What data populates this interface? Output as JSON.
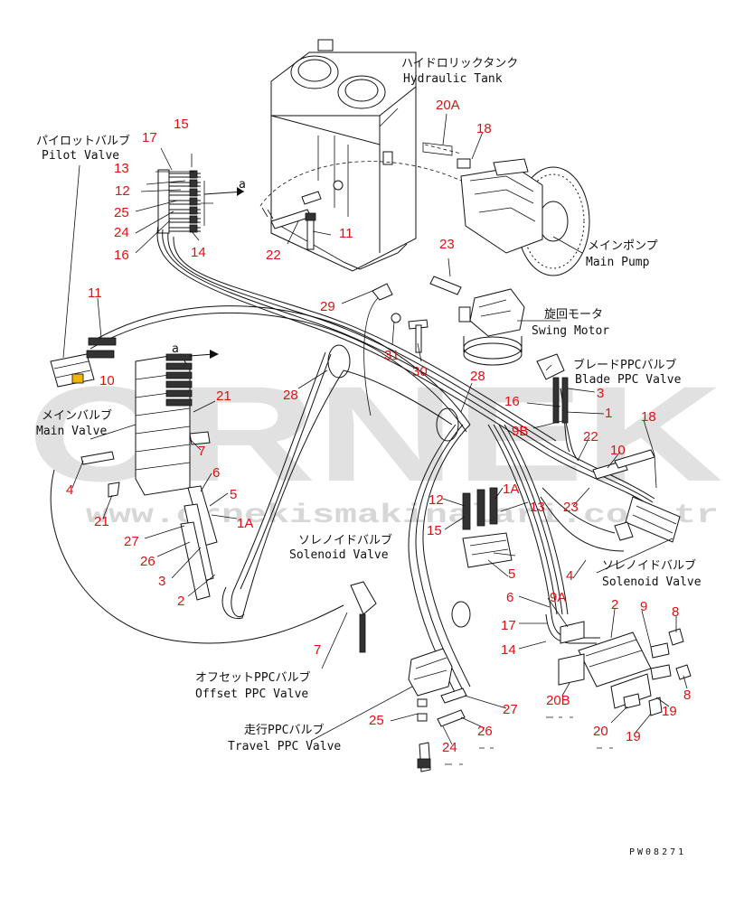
{
  "watermark": {
    "brand": "ORNEK",
    "site": "www.ornekismakinalari.com.tr"
  },
  "drawing_code": "PW08271",
  "components": {
    "hydraulic_tank": {
      "jp": "ハイドロリックタンク",
      "en": "Hydraulic Tank"
    },
    "main_pump": {
      "jp": "メインポンプ",
      "en": "Main Pump"
    },
    "swing_motor": {
      "jp": "旋回モータ",
      "en": "Swing Motor"
    },
    "pilot_valve": {
      "jp": "パイロットバルブ",
      "en": "Pilot Valve"
    },
    "main_valve": {
      "jp": "メインバルブ",
      "en": "Main Valve"
    },
    "blade_ppc_valve": {
      "jp": "ブレードPPCバルブ",
      "en": "Blade PPC Valve"
    },
    "solenoid_valve_center": {
      "jp": "ソレノイドバルブ",
      "en": "Solenoid Valve"
    },
    "solenoid_valve_right": {
      "jp": "ソレノイドバルブ",
      "en": "Solenoid Valve"
    },
    "offset_ppc_valve": {
      "jp": "オフセットPPCバルブ",
      "en": "Offset PPC Valve"
    },
    "travel_ppc_valve": {
      "jp": "走行PPCバルブ",
      "en": "Travel PPC Valve"
    }
  },
  "view_markers": {
    "a": "a"
  },
  "part_numbers": {
    "p15_top": "15",
    "p17_top": "17",
    "p13": "13",
    "p12_top": "12",
    "p25_top": "25",
    "p24_top": "24",
    "p16_top": "16",
    "p14_top": "14",
    "p22_tank": "22",
    "p11_tank": "11",
    "p20a": "20A",
    "p18_pump": "18",
    "p23_swing": "23",
    "p29": "29",
    "p31": "31",
    "p30": "30",
    "p11_pilot": "11",
    "p10_pilot": "10",
    "p28_left": "28",
    "p28_right": "28",
    "p21_upper": "21",
    "p7_mv": "7",
    "p4_left": "4",
    "p21_lower": "21",
    "p6_mv": "6",
    "p5_mv": "5",
    "p1a_mv": "1A",
    "p27_mv": "27",
    "p26_mv": "26",
    "p3_mv": "3",
    "p2_mv": "2",
    "p3_blade": "3",
    "p16_blade": "16",
    "p1_blade": "1",
    "p9b": "9B",
    "p22_right": "22",
    "p18_right": "18",
    "p10_right": "10",
    "p23_right": "23",
    "p12_sol": "12",
    "p15_sol": "15",
    "p1a_sol": "1A",
    "p13_sol": "13",
    "p5_sol": "5",
    "p4_right": "4",
    "p7_offset": "7",
    "p6_low": "6",
    "p17_low": "17",
    "p14_low": "14",
    "p9a": "9A",
    "p2_low": "2",
    "p9_low": "9",
    "p8_a": "8",
    "p8_b": "8",
    "p19": "19",
    "p20b": "20B",
    "p20": "20",
    "p19_low": "19",
    "p25_low": "25",
    "p27_low": "27",
    "p26_low": "26",
    "p24_low": "24"
  }
}
